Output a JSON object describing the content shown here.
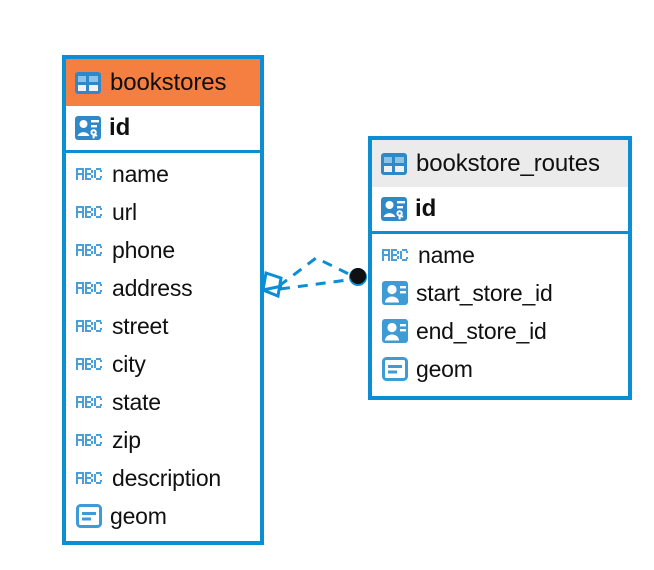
{
  "diagram": {
    "type": "entity-relationship-diagram",
    "background_color": "#ffffff",
    "accent_color": "#0b8ed3",
    "selected_header_color": "#f47f40",
    "plain_header_color": "#ebebeb",
    "text_color": "#101010"
  },
  "entities": [
    {
      "name": "bookstores",
      "selected": true,
      "header_icon": "table-icon",
      "primary_key": {
        "label": "id",
        "icon": "primary-key-icon"
      },
      "fields": [
        {
          "label": "name",
          "icon": "abc-text-icon"
        },
        {
          "label": "url",
          "icon": "abc-text-icon"
        },
        {
          "label": "phone",
          "icon": "abc-text-icon"
        },
        {
          "label": "address",
          "icon": "abc-text-icon"
        },
        {
          "label": "street",
          "icon": "abc-text-icon"
        },
        {
          "label": "city",
          "icon": "abc-text-icon"
        },
        {
          "label": "state",
          "icon": "abc-text-icon"
        },
        {
          "label": "zip",
          "icon": "abc-text-icon"
        },
        {
          "label": "description",
          "icon": "abc-text-icon"
        },
        {
          "label": "geom",
          "icon": "geometry-icon"
        }
      ]
    },
    {
      "name": "bookstore_routes",
      "selected": false,
      "header_icon": "table-icon",
      "primary_key": {
        "label": "id",
        "icon": "primary-key-icon"
      },
      "fields": [
        {
          "label": "name",
          "icon": "abc-text-icon"
        },
        {
          "label": "start_store_id",
          "icon": "foreign-key-icon"
        },
        {
          "label": "end_store_id",
          "icon": "foreign-key-icon"
        },
        {
          "label": "geom",
          "icon": "geometry-icon"
        }
      ]
    }
  ],
  "relationships": [
    {
      "from": "bookstores",
      "to": "bookstore_routes",
      "line_style": "dashed",
      "line_color": "#0b8ed3",
      "source_marker": "crows-foot-diamond",
      "target_marker": "filled-circle"
    }
  ]
}
